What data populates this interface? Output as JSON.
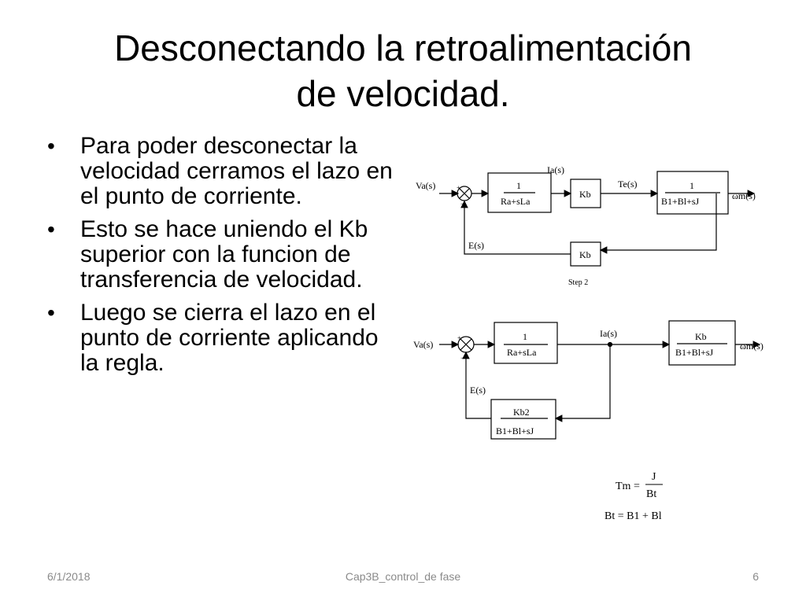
{
  "slide": {
    "title_line1": "Desconectando la retroalimentación",
    "title_line2": "de  velocidad.",
    "bullets": [
      "Para poder desconectar la velocidad cerramos el lazo en el punto de corriente.",
      "Esto se hace uniendo el Kb superior con la funcion de transferencia de velocidad.",
      "Luego se cierra el lazo en el punto de corriente aplicando la regla."
    ]
  },
  "diagram": {
    "top": {
      "input": "Va(s)",
      "block1_num": "1",
      "block1_den": "Ra+sLa",
      "current": "Ia(s)",
      "kb": "Kb",
      "torque": "Te(s)",
      "block3_num": "1",
      "block3_den": "B1+Bl+sJ",
      "output": "ωm(s)",
      "feedback_label": "E(s)",
      "feedback_kb": "Kb",
      "step": "Step 2"
    },
    "bottom": {
      "input": "Va(s)",
      "block1_num": "1",
      "block1_den": "Ra+sLa",
      "current": "Ia(s)",
      "block2_num": "Kb",
      "block2_den": "B1+Bl+sJ",
      "output": "ωm(s)",
      "feedback_label": "E(s)",
      "feedback_num": "Kb2",
      "feedback_den": "B1+Bl+sJ"
    },
    "eq1_lhs": "Tm =",
    "eq1_num": "J",
    "eq1_den": "Bt",
    "eq2": "Bt = B1 + Bl"
  },
  "footer": {
    "date": "6/1/2018",
    "center": "Cap3B_control_de fase",
    "page": "6"
  }
}
